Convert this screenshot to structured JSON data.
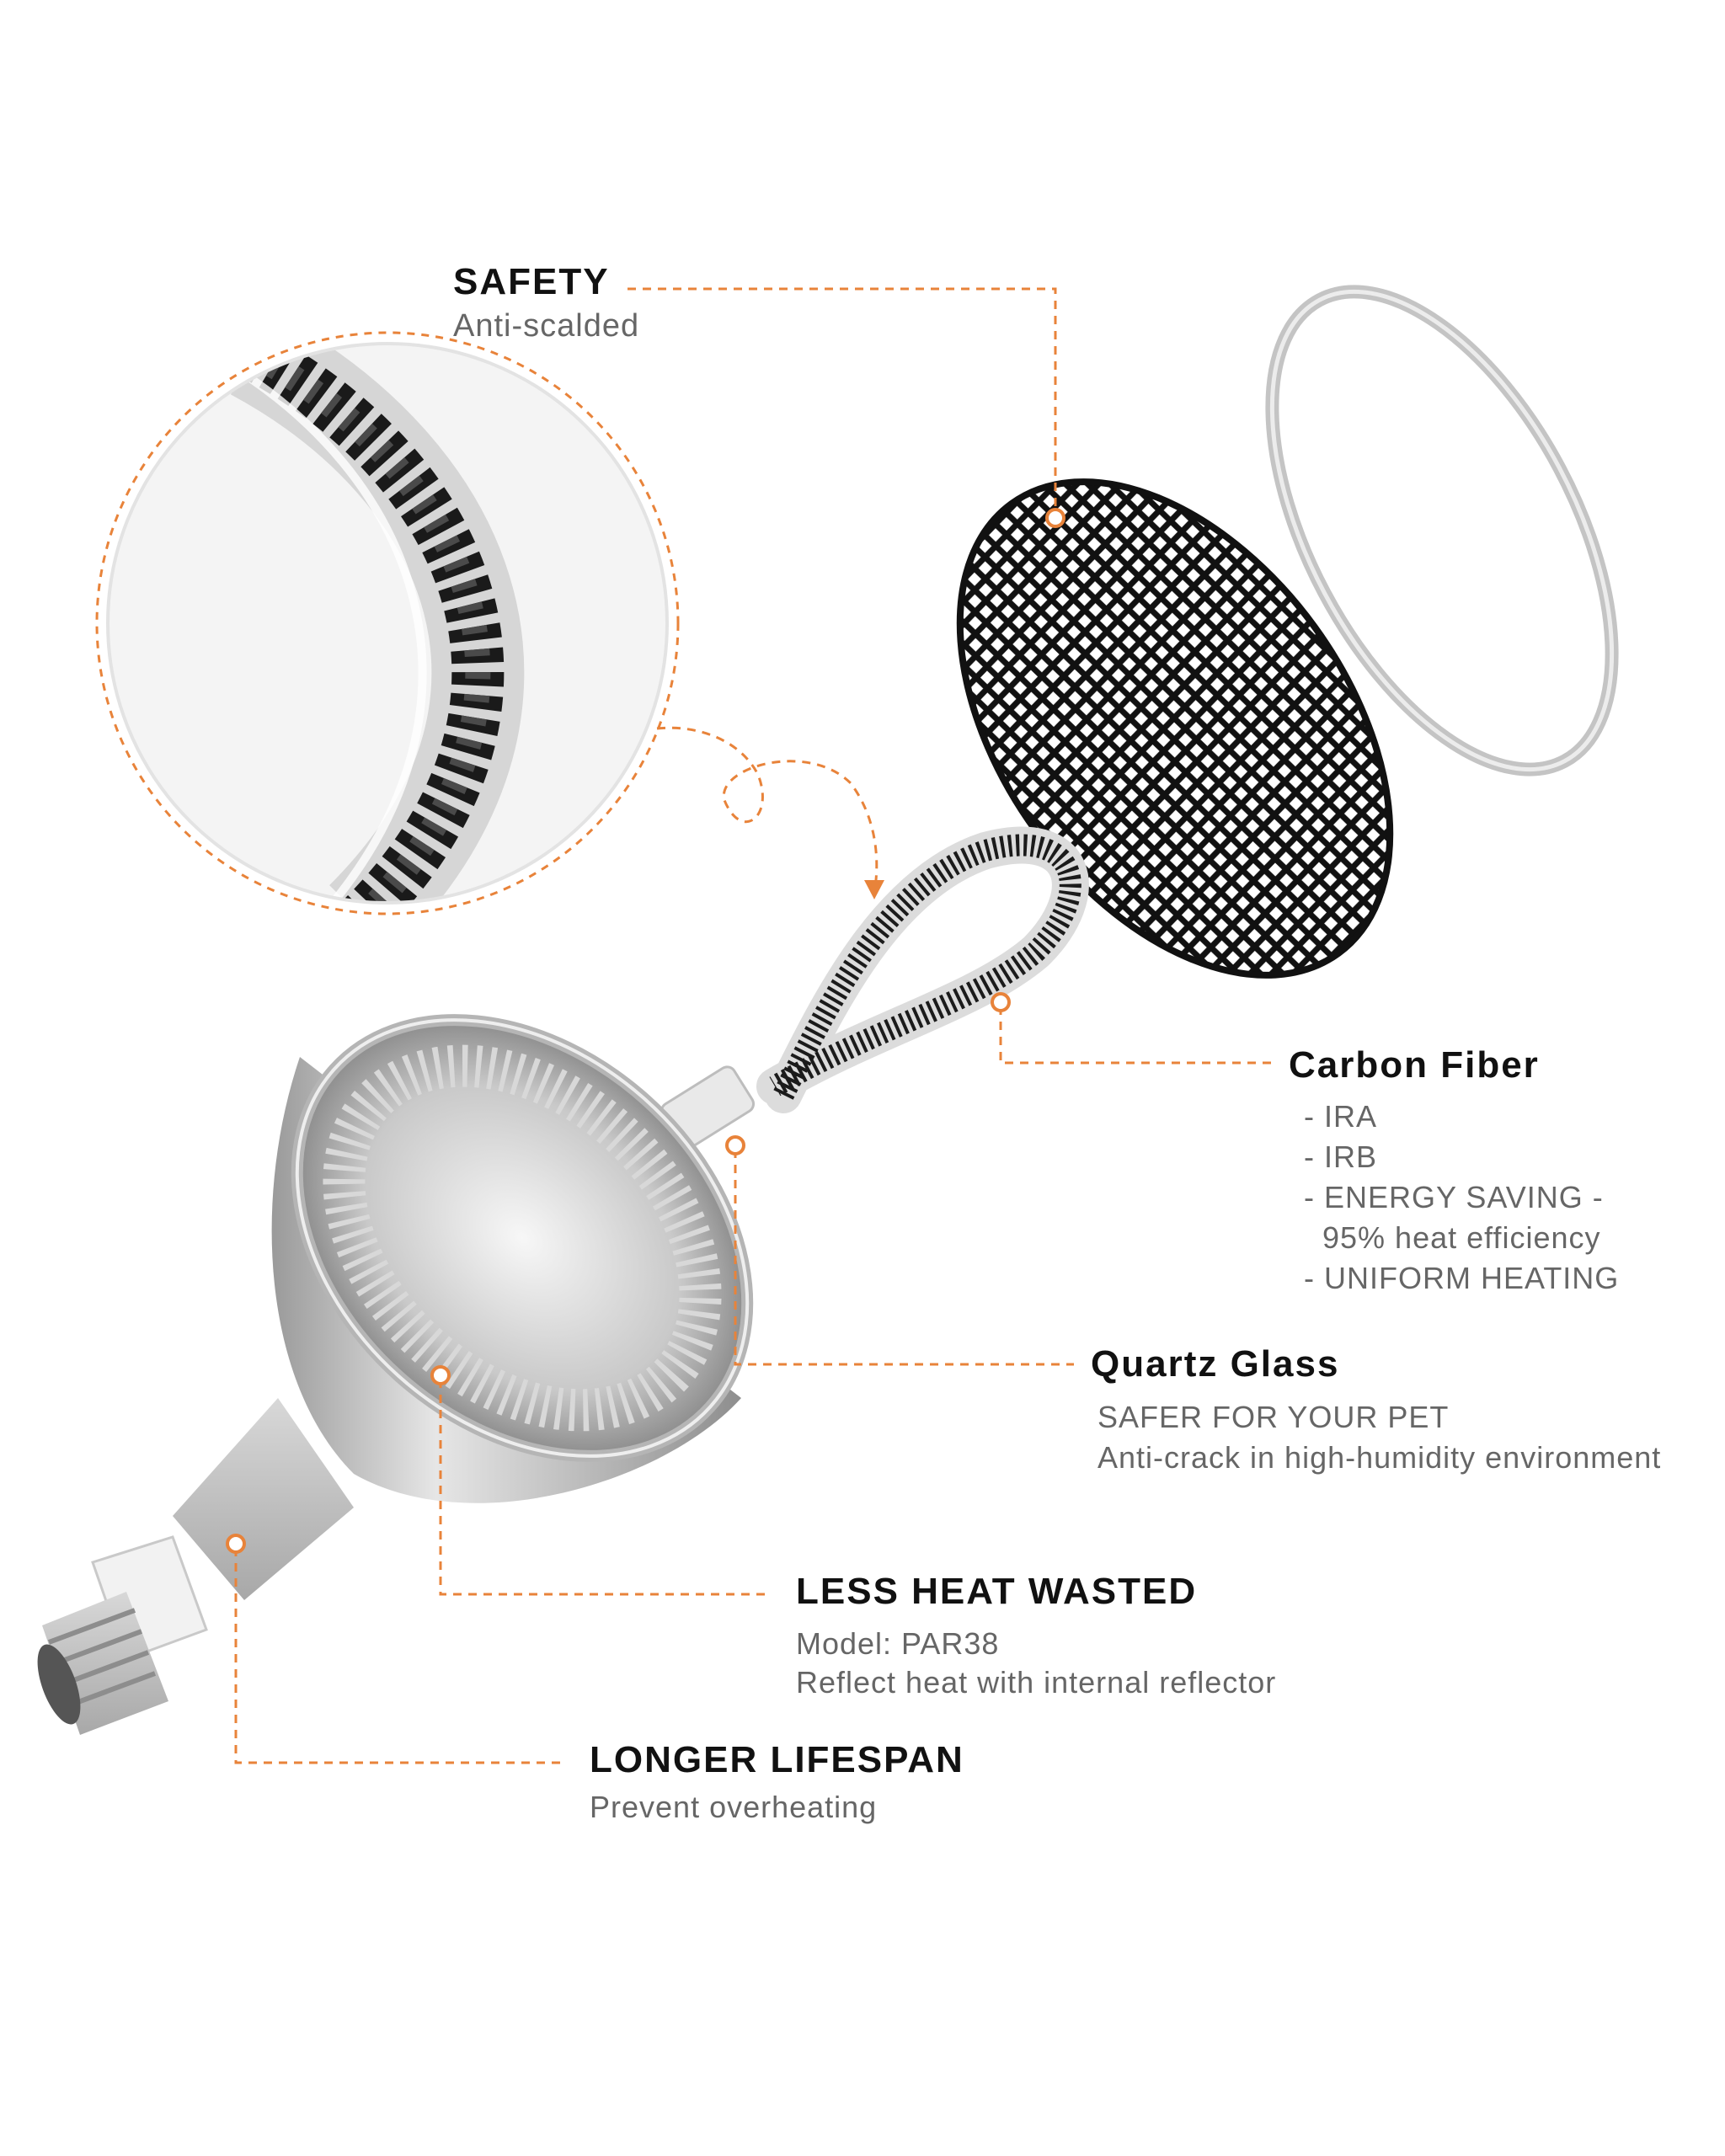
{
  "colors": {
    "accent": "#e8833a",
    "title": "#111111",
    "subtitle": "#666666"
  },
  "callouts": {
    "safety": {
      "title": "SAFETY",
      "subtitle": "Anti-scalded"
    },
    "carbon_fiber": {
      "title": "Carbon Fiber",
      "bullets": [
        "- IRA",
        "- IRB",
        "- ENERGY SAVING -",
        "95% heat efficiency",
        "- UNIFORM HEATING"
      ]
    },
    "quartz_glass": {
      "title": "Quartz Glass",
      "lines": [
        "SAFER FOR YOUR PET",
        "Anti-crack in high-humidity environment"
      ]
    },
    "less_heat_wasted": {
      "title": "LESS HEAT WASTED",
      "lines": [
        "Model: PAR38",
        "Reflect heat with internal reflector"
      ]
    },
    "longer_lifespan": {
      "title": "LONGER LIFESPAN",
      "subtitle": "Prevent overheating"
    }
  },
  "parts": [
    "retaining-ring-icon",
    "mesh-guard-icon",
    "carbon-fiber-heating-tube-icon",
    "par38-reflector-housing-icon",
    "e26-screw-base-icon",
    "heating-coil-closeup-icon"
  ]
}
